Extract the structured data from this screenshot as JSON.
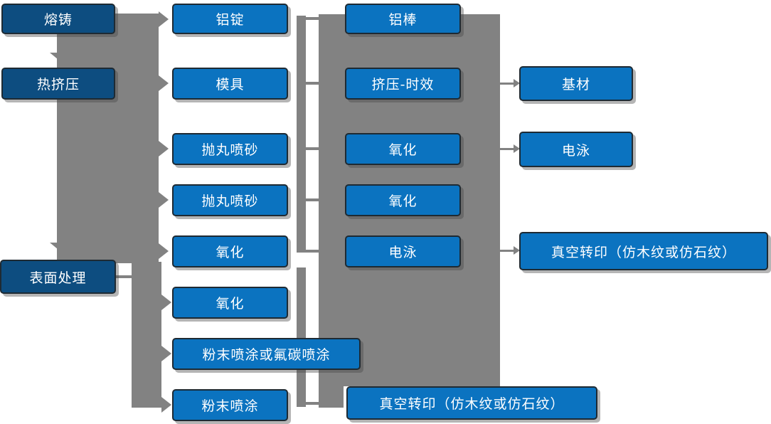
{
  "diagram": {
    "type": "flowchart",
    "description": "Aluminum profile production process flowchart",
    "colors": {
      "stage_box": "#0d4d80",
      "process_box": "#0b73c0",
      "connector_gray": "#828282",
      "text": "#ffffff"
    },
    "nodes": [
      {
        "name": "melting",
        "label": "熔铸",
        "variant": "dark"
      },
      {
        "name": "hot-extrusion",
        "label": "热挤压",
        "variant": "dark"
      },
      {
        "name": "surface-treatment",
        "label": "表面处理",
        "variant": "dark"
      },
      {
        "name": "aluminum-ingot",
        "label": "铝锭",
        "variant": "bright"
      },
      {
        "name": "mold",
        "label": "模具",
        "variant": "bright"
      },
      {
        "name": "shot-blasting-1",
        "label": "抛丸喷砂",
        "variant": "bright"
      },
      {
        "name": "shot-blasting-2",
        "label": "抛丸喷砂",
        "variant": "bright"
      },
      {
        "name": "oxidation-1",
        "label": "氧化",
        "variant": "bright"
      },
      {
        "name": "oxidation-2",
        "label": "氧化",
        "variant": "bright"
      },
      {
        "name": "powder-or-fluorocarbon",
        "label": "粉末喷涂或氟碳喷涂",
        "variant": "bright"
      },
      {
        "name": "powder-coating",
        "label": "粉末喷涂",
        "variant": "bright"
      },
      {
        "name": "aluminum-rod",
        "label": "铝棒",
        "variant": "bright"
      },
      {
        "name": "extrusion-aging",
        "label": "挤压-时效",
        "variant": "bright"
      },
      {
        "name": "oxidation-3",
        "label": "氧化",
        "variant": "bright"
      },
      {
        "name": "oxidation-4",
        "label": "氧化",
        "variant": "bright"
      },
      {
        "name": "electrophoresis-1",
        "label": "电泳",
        "variant": "bright"
      },
      {
        "name": "vacuum-transfer-1",
        "label": "真空转印（仿木纹或仿石纹）",
        "variant": "bright"
      },
      {
        "name": "base-material",
        "label": "基材",
        "variant": "bright"
      },
      {
        "name": "electrophoresis-2",
        "label": "电泳",
        "variant": "bright"
      },
      {
        "name": "vacuum-transfer-2",
        "label": "真空转印（仿木纹或仿石纹）",
        "variant": "bright"
      }
    ]
  }
}
